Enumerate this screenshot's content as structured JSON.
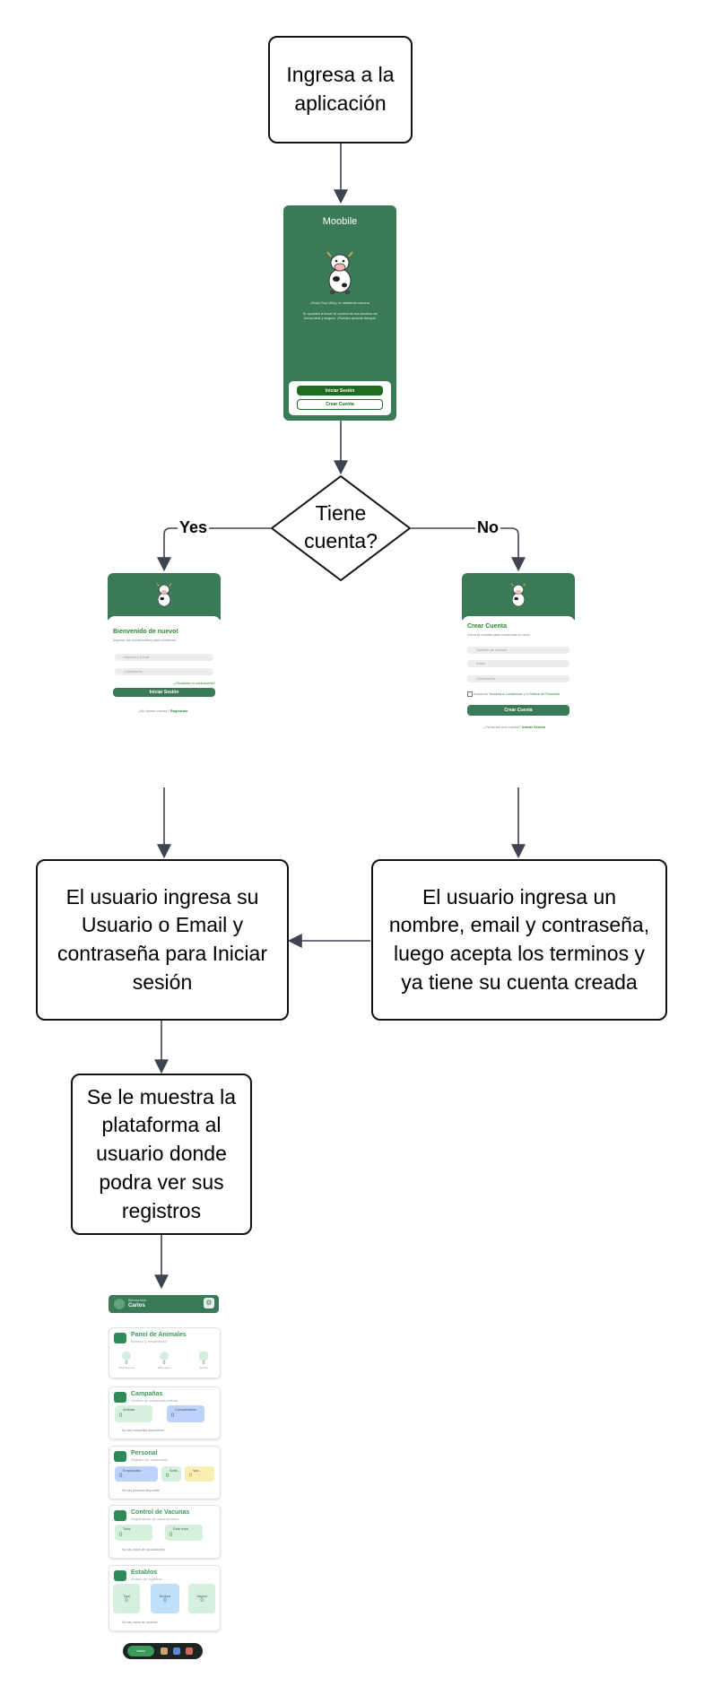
{
  "flow": {
    "start": "Ingresa a la aplicación",
    "decision": "Tiene cuenta?",
    "yes_label": "Yes",
    "no_label": "No",
    "login_step": "El usuario ingresa su Usuario o Email y contraseña para Iniciar sesión",
    "register_step": "El usuario ingresa un nombre, email y contraseña, luego acepta los terminos y ya tiene su cuenta creada",
    "platform_step": "Se le muestra la plataforma al usuario donde podra ver sus registros"
  },
  "welcome_screen": {
    "app_name": "Moobile",
    "tagline": "¡Hola! Soy Vicky, tu asistente vacuna",
    "description": "Te ayudaré a llevar el control de tus bovinos de forma fácil y segura. ¡Puedes ahorrar tiempo!",
    "login_button": "Iniciar Sesión",
    "register_button": "Crear Cuenta"
  },
  "login_screen": {
    "title": "Bienvenido de nuevo!",
    "subtitle": "Ingresa tus credenciales para continuar",
    "user_placeholder": "Usuario o Email",
    "password_placeholder": "Contraseña",
    "forgot": "¿Olvidaste tu contraseña?",
    "button": "Iniciar Sesión",
    "no_account": "¿No tienes cuenta?",
    "register_link": "Registrate"
  },
  "register_screen": {
    "title": "Crear Cuenta",
    "subtitle": "Llena tu cuenta para comenzar en moo",
    "name_placeholder": "Nombre de usuario",
    "email_placeholder": "Email",
    "password_placeholder": "Contraseña",
    "terms_prefix": "Acepto los",
    "terms_link": "Terminos & Condiciones",
    "terms_join": "y la",
    "privacy_link": "Política de Privacidad",
    "button": "Crear Cuenta",
    "has_account": "¿Ya tienes una cuenta?",
    "login_link": "Iniciar Sesión"
  },
  "dashboard": {
    "header_greeting": "Bienvenido",
    "header_name": "Carlos",
    "cards": [
      {
        "title": "Panel de Animales",
        "subtitle": "Bovinos y estadísticas",
        "stats": [
          {
            "label": "Total Bovinos",
            "value": "0"
          },
          {
            "label": "Vacunados",
            "value": "0"
          },
          {
            "label": "Alertas",
            "value": "0"
          }
        ]
      },
      {
        "title": "Campañas",
        "subtitle": "Gestión de campañas activas",
        "tiles": [
          {
            "label": "Activas",
            "value": "0"
          },
          {
            "label": "Completadas",
            "value": "0"
          }
        ],
        "empty": "No hay campañas disponibles"
      },
      {
        "title": "Personal",
        "subtitle": "Registro de empleados",
        "tiles": [
          {
            "label": "Empleados",
            "value": "0"
          },
          {
            "label": "Activ...",
            "value": "0"
          },
          {
            "label": "Vac...",
            "value": "0"
          }
        ],
        "empty": "No hay personal disponible"
      },
      {
        "title": "Control de Vacunas",
        "subtitle": "Seguimiento de vacunaciones",
        "tiles": [
          {
            "label": "Total",
            "value": "0"
          },
          {
            "label": "Este mes",
            "value": "0"
          }
        ],
        "empty": "No hay datos de vacunaciones"
      },
      {
        "title": "Establos",
        "subtitle": "Estado de registros",
        "tiles": [
          {
            "label": "Total",
            "value": "0"
          },
          {
            "label": "Bovinos",
            "value": "0"
          },
          {
            "label": "Vacuna",
            "value": "0"
          }
        ],
        "empty": "No hay datos de establos"
      }
    ],
    "nav_active": "Inicio"
  },
  "colors": {
    "primary_green": "#3b7a57",
    "dark_green": "#1f6b1f",
    "stroke": "#111111",
    "arrow": "#3d4450"
  }
}
